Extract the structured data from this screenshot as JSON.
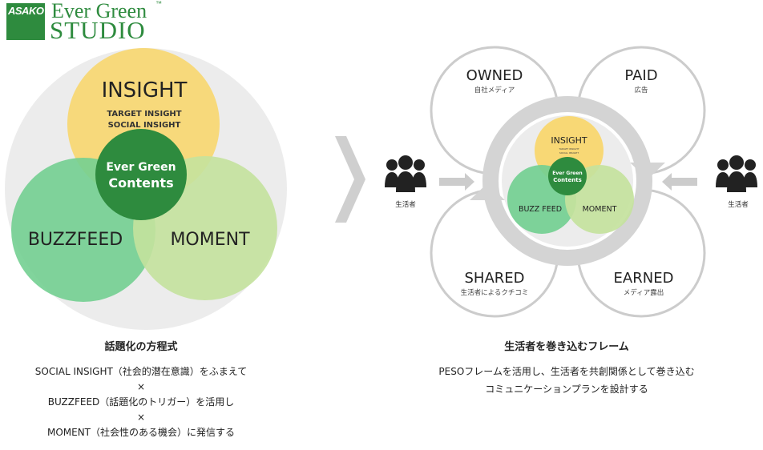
{
  "logo": {
    "box_text": "ASAKO",
    "line1": "Ever Green",
    "tm": "™",
    "line2": "STUDIO"
  },
  "left": {
    "insight": {
      "title": "INSIGHT",
      "sub1": "TARGET INSIGHT",
      "sub2": "SOCIAL INSIGHT"
    },
    "center": {
      "line1": "Ever Green",
      "line2": "Contents"
    },
    "buzzfeed": "BUZZFEED",
    "moment": "MOMENT",
    "caption": {
      "title": "話題化の方程式",
      "line1": "SOCIAL INSIGHT（社会的潜在意識）をふまえて",
      "x1": "×",
      "line2": "BUZZFEED（話題化のトリガー）を活用し",
      "x2": "×",
      "line3": "MOMENT（社会性のある機会）に発信する"
    }
  },
  "right": {
    "owned": {
      "title": "OWNED",
      "sub": "自社メディア"
    },
    "paid": {
      "title": "PAID",
      "sub": "広告"
    },
    "shared": {
      "title": "SHARED",
      "sub": "生活者によるクチコミ"
    },
    "earned": {
      "title": "EARNED",
      "sub": "メディア露出"
    },
    "mini": {
      "insight": "INSIGHT",
      "insight_sub1": "TARGET INSIGHT",
      "insight_sub2": "SOCIAL INSIGHT",
      "center1": "Ever Green",
      "center2": "Contents",
      "buzzfeed": "BUZZ FEED",
      "moment": "MOMENT"
    },
    "consumer_left": "生活者",
    "consumer_right": "生活者",
    "caption": {
      "title": "生活者を巻き込むフレーム",
      "line1": "PESOフレームを活用し、生活者を共創関係として巻き込む",
      "line2": "コミュニケーションプランを設計する"
    }
  },
  "colors": {
    "insight": "#f8d875",
    "buzzfeed": "#73cf91",
    "moment": "#c4e29d",
    "center": "#2e8b3e",
    "ring": "#d4d4d4"
  }
}
